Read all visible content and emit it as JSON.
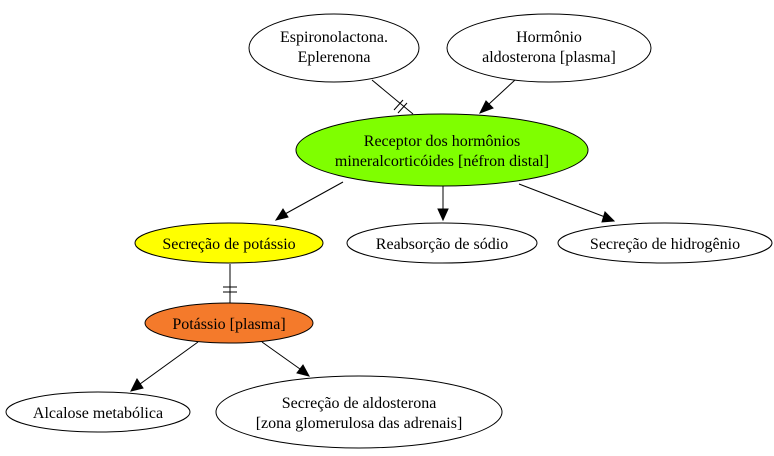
{
  "nodes": {
    "espironolactona": {
      "lines": [
        "Espironolactona.",
        "Eplerenona"
      ],
      "fill": "#ffffff"
    },
    "aldosterona_plasma": {
      "lines": [
        "Hormônio",
        "aldosterona [plasma]"
      ],
      "fill": "#ffffff"
    },
    "receptor": {
      "lines": [
        "Receptor dos hormônios",
        "mineralcorticóides [néfron distal]"
      ],
      "fill": "#7fff00"
    },
    "secrecao_potassio": {
      "lines": [
        "Secreção de potássio"
      ],
      "fill": "#ffff00"
    },
    "reabsorcao_sodio": {
      "lines": [
        "Reabsorção de sódio"
      ],
      "fill": "#ffffff"
    },
    "secrecao_hidrogenio": {
      "lines": [
        "Secreção de hidrogênio"
      ],
      "fill": "#ffffff"
    },
    "potassio_plasma": {
      "lines": [
        "Potássio [plasma]"
      ],
      "fill": "#f47a2b"
    },
    "alcalose": {
      "lines": [
        "Alcalose metabólica"
      ],
      "fill": "#ffffff"
    },
    "secrecao_aldosterona": {
      "lines": [
        "Secreção de aldosterona",
        "[zona glomerulosa das adrenais]"
      ],
      "fill": "#ffffff"
    }
  },
  "edges": [
    {
      "from": "espironolactona",
      "to": "receptor",
      "relation": "inhibits"
    },
    {
      "from": "aldosterona_plasma",
      "to": "receptor",
      "relation": "activates"
    },
    {
      "from": "receptor",
      "to": "secrecao_potassio",
      "relation": "activates"
    },
    {
      "from": "receptor",
      "to": "reabsorcao_sodio",
      "relation": "activates"
    },
    {
      "from": "receptor",
      "to": "secrecao_hidrogenio",
      "relation": "activates"
    },
    {
      "from": "secrecao_potassio",
      "to": "potassio_plasma",
      "relation": "inhibits"
    },
    {
      "from": "potassio_plasma",
      "to": "alcalose",
      "relation": "activates"
    },
    {
      "from": "potassio_plasma",
      "to": "secrecao_aldosterona",
      "relation": "activates"
    }
  ]
}
